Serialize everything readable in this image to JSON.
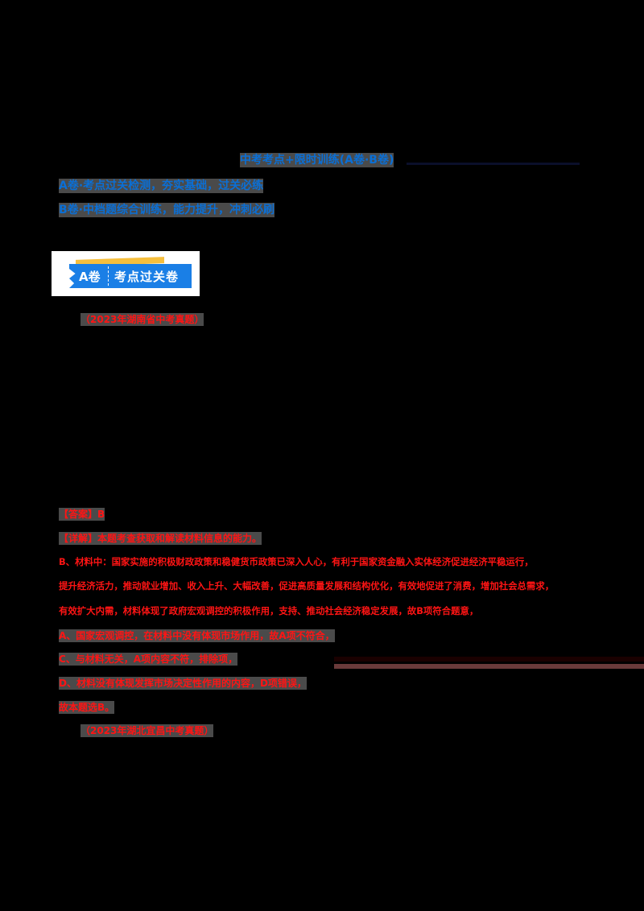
{
  "header": {
    "title": "中考考点+限时训练(A卷·B卷)",
    "lines": [
      "A卷·考点过关检测，夯实基础，过关必练",
      "B卷·中档题综合训练，能力提升，冲刺必刷"
    ]
  },
  "badge": {
    "left_label": "A卷",
    "right_label": "考点过关卷",
    "colors": {
      "ribbon": "#1a7fe6",
      "strip": "#f6bf3d",
      "text": "#ffffff"
    }
  },
  "question1": {
    "source": "（2023年湖南省中考真题）"
  },
  "answer": {
    "answer_line": "【答案】B",
    "analysis_line": "【详解】本题考查获取和解读材料信息的能力。",
    "paragraph": [
      "B、材料中：国家实施的积极财政政策和稳健货币政策已深入人心，有利于国家资金融入实体经济促进经济平稳运行，",
      "提升经济活力，推动就业增加、收入上升、大幅改善，促进高质量发展和结构优化，有效地促进了消费，增加社会总需求，",
      "有效扩大内需，材料体现了政府宏观调控的积极作用，支持、推动社会经济稳定发展，故B项符合题意，"
    ],
    "options": [
      "A、国家宏观调控，在材料中没有体现市场作用，故A项不符合，",
      "C、与材料无关，A项内容不符，排除项，",
      "D、材料没有体现发挥市场决定性作用的内容，D项错误，"
    ],
    "conclusion": "故本题选B。"
  },
  "question2": {
    "source": "（2023年湖北宜昌中考真题）"
  },
  "colors": {
    "title_blue": "#0a6fd6",
    "answer_red": "#ff1414",
    "background": "#000000"
  }
}
